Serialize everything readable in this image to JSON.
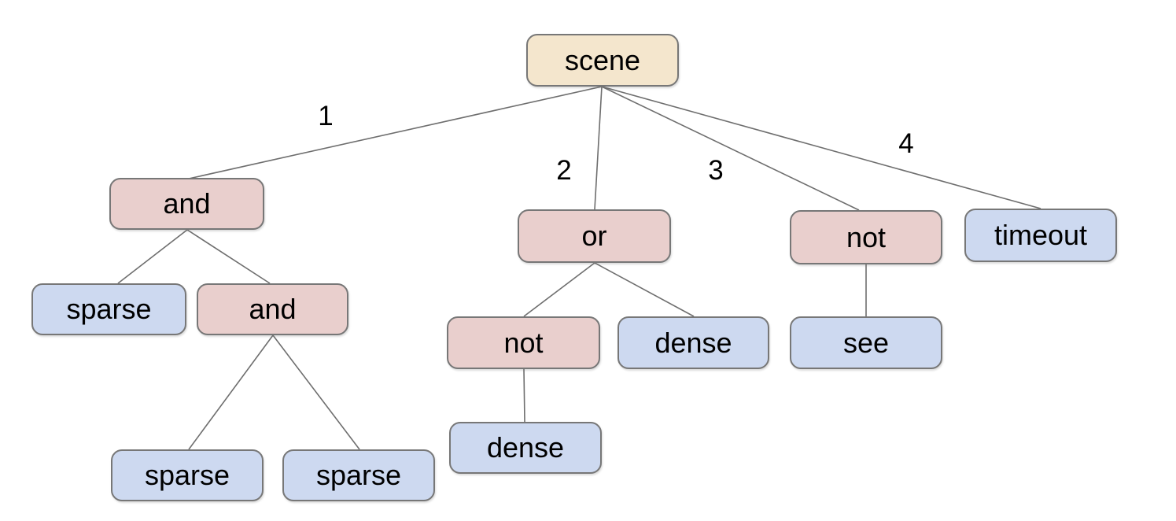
{
  "diagram": {
    "kind": "tree"
  },
  "colors": {
    "background": "#ffffff",
    "root_fill": "#f4e6cd",
    "operator_fill": "#e9cfcd",
    "leaf_fill": "#cdd9f0",
    "node_border": "#777777",
    "edge_line": "#6e6e6e",
    "text": "#000000"
  },
  "nodes": {
    "scene": {
      "label": "scene",
      "role": "root"
    },
    "and_1": {
      "label": "and",
      "role": "operator"
    },
    "or_1": {
      "label": "or",
      "role": "operator"
    },
    "not_1": {
      "label": "not",
      "role": "operator"
    },
    "timeout_1": {
      "label": "timeout",
      "role": "leaf"
    },
    "sparse_1": {
      "label": "sparse",
      "role": "leaf"
    },
    "and_2": {
      "label": "and",
      "role": "operator"
    },
    "not_2": {
      "label": "not",
      "role": "operator"
    },
    "dense_1": {
      "label": "dense",
      "role": "leaf"
    },
    "see_1": {
      "label": "see",
      "role": "leaf"
    },
    "sparse_2": {
      "label": "sparse",
      "role": "leaf"
    },
    "sparse_3": {
      "label": "sparse",
      "role": "leaf"
    },
    "dense_2": {
      "label": "dense",
      "role": "leaf"
    }
  },
  "edge_labels": {
    "e1": "1",
    "e2": "2",
    "e3": "3",
    "e4": "4"
  },
  "tree": {
    "root": "scene",
    "branches": [
      {
        "edge": "1",
        "node": "and",
        "children": [
          {
            "node": "sparse"
          },
          {
            "node": "and",
            "children": [
              {
                "node": "sparse"
              },
              {
                "node": "sparse"
              }
            ]
          }
        ]
      },
      {
        "edge": "2",
        "node": "or",
        "children": [
          {
            "node": "not",
            "children": [
              {
                "node": "dense"
              }
            ]
          },
          {
            "node": "dense"
          }
        ]
      },
      {
        "edge": "3",
        "node": "not",
        "children": [
          {
            "node": "see"
          }
        ]
      },
      {
        "edge": "4",
        "node": "timeout"
      }
    ]
  }
}
